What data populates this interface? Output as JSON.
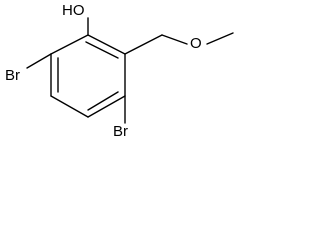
{
  "molecule": {
    "labels": {
      "hydroxyl": "HO",
      "bromo_left": "Br",
      "bromo_bottom": "Br",
      "methoxy_oxygen": "O"
    }
  }
}
